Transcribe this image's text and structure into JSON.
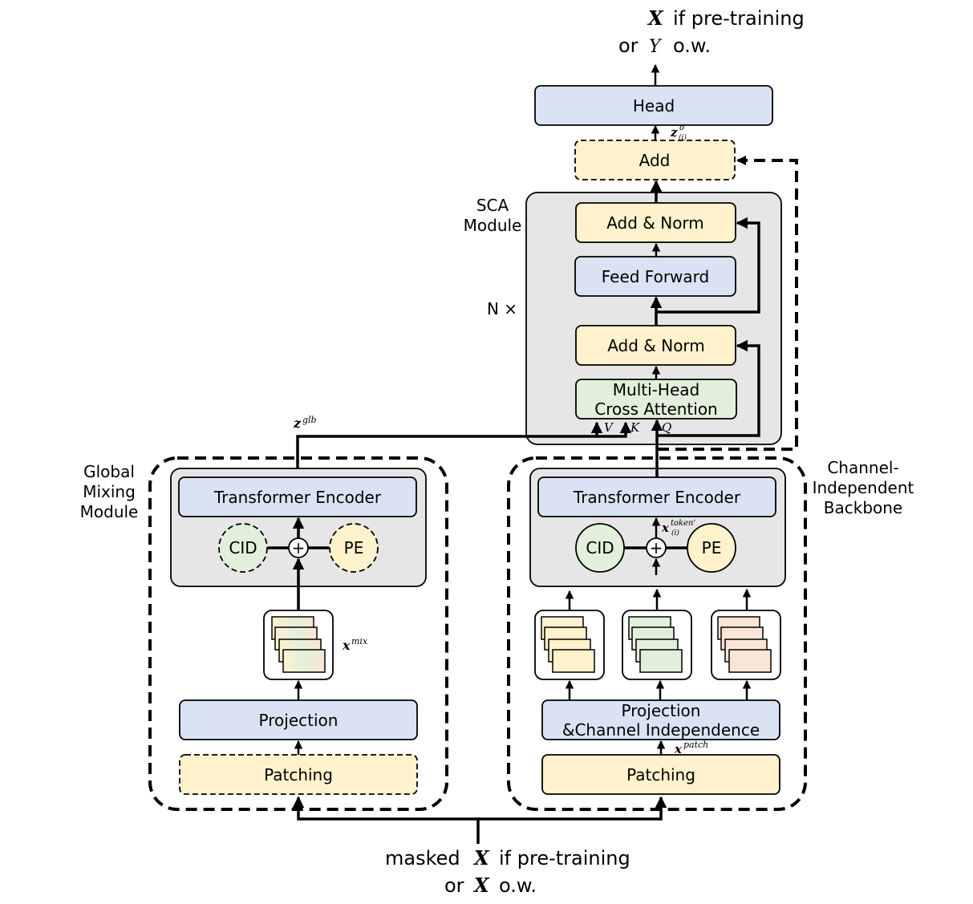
{
  "output": {
    "line1_var": "X",
    "line1_text": "if pre-training",
    "line2_prefix": "or",
    "line2_var": "Y",
    "line2_text": "o.w."
  },
  "input": {
    "line1_prefix": "masked",
    "line1_var": "X",
    "line1_text": "if pre-training",
    "line2_prefix": "or",
    "line2_var": "X",
    "line2_text": "o.w."
  },
  "head": {
    "label": "Head"
  },
  "add": {
    "label": "Add",
    "annotation_var": "z",
    "annotation_sup": "o",
    "annotation_sub": "(i)"
  },
  "sca": {
    "title_line1": "SCA",
    "title_line2": "Module",
    "repeat": "N ×",
    "add_norm_top": "Add & Norm",
    "feed_forward": "Feed Forward",
    "add_norm_bottom": "Add & Norm",
    "attention_line1": "Multi-Head",
    "attention_line2": "Cross Attention",
    "v_label": "V",
    "k_label": "K",
    "q_label": "Q"
  },
  "global_mixing": {
    "title_line1": "Global",
    "title_line2": "Mixing",
    "title_line3": "Module",
    "encoder": "Transformer Encoder",
    "cid": "CID",
    "pe": "PE",
    "plus": "+",
    "projection": "Projection",
    "patching": "Patching",
    "z_var": "z",
    "z_sup": "glb",
    "x_var": "x",
    "x_sup": "mix"
  },
  "channel_independent": {
    "title_line1": "Channel-",
    "title_line2": "Independent",
    "title_line3": "Backbone",
    "encoder": "Transformer Encoder",
    "cid": "CID",
    "pe": "PE",
    "plus": "+",
    "projection_line1": "Projection",
    "projection_line2": "&Channel Independence",
    "patching": "Patching",
    "token_var": "x",
    "token_sup": "token'",
    "token_sub": "(i)",
    "patch_var": "x",
    "patch_sup": "patch"
  },
  "colors": {
    "blue": "#dae3f3",
    "yellow": "#fff2cc",
    "green": "#e2efda",
    "peach": "#fbe5d6",
    "grey": "#e6e6e6"
  }
}
